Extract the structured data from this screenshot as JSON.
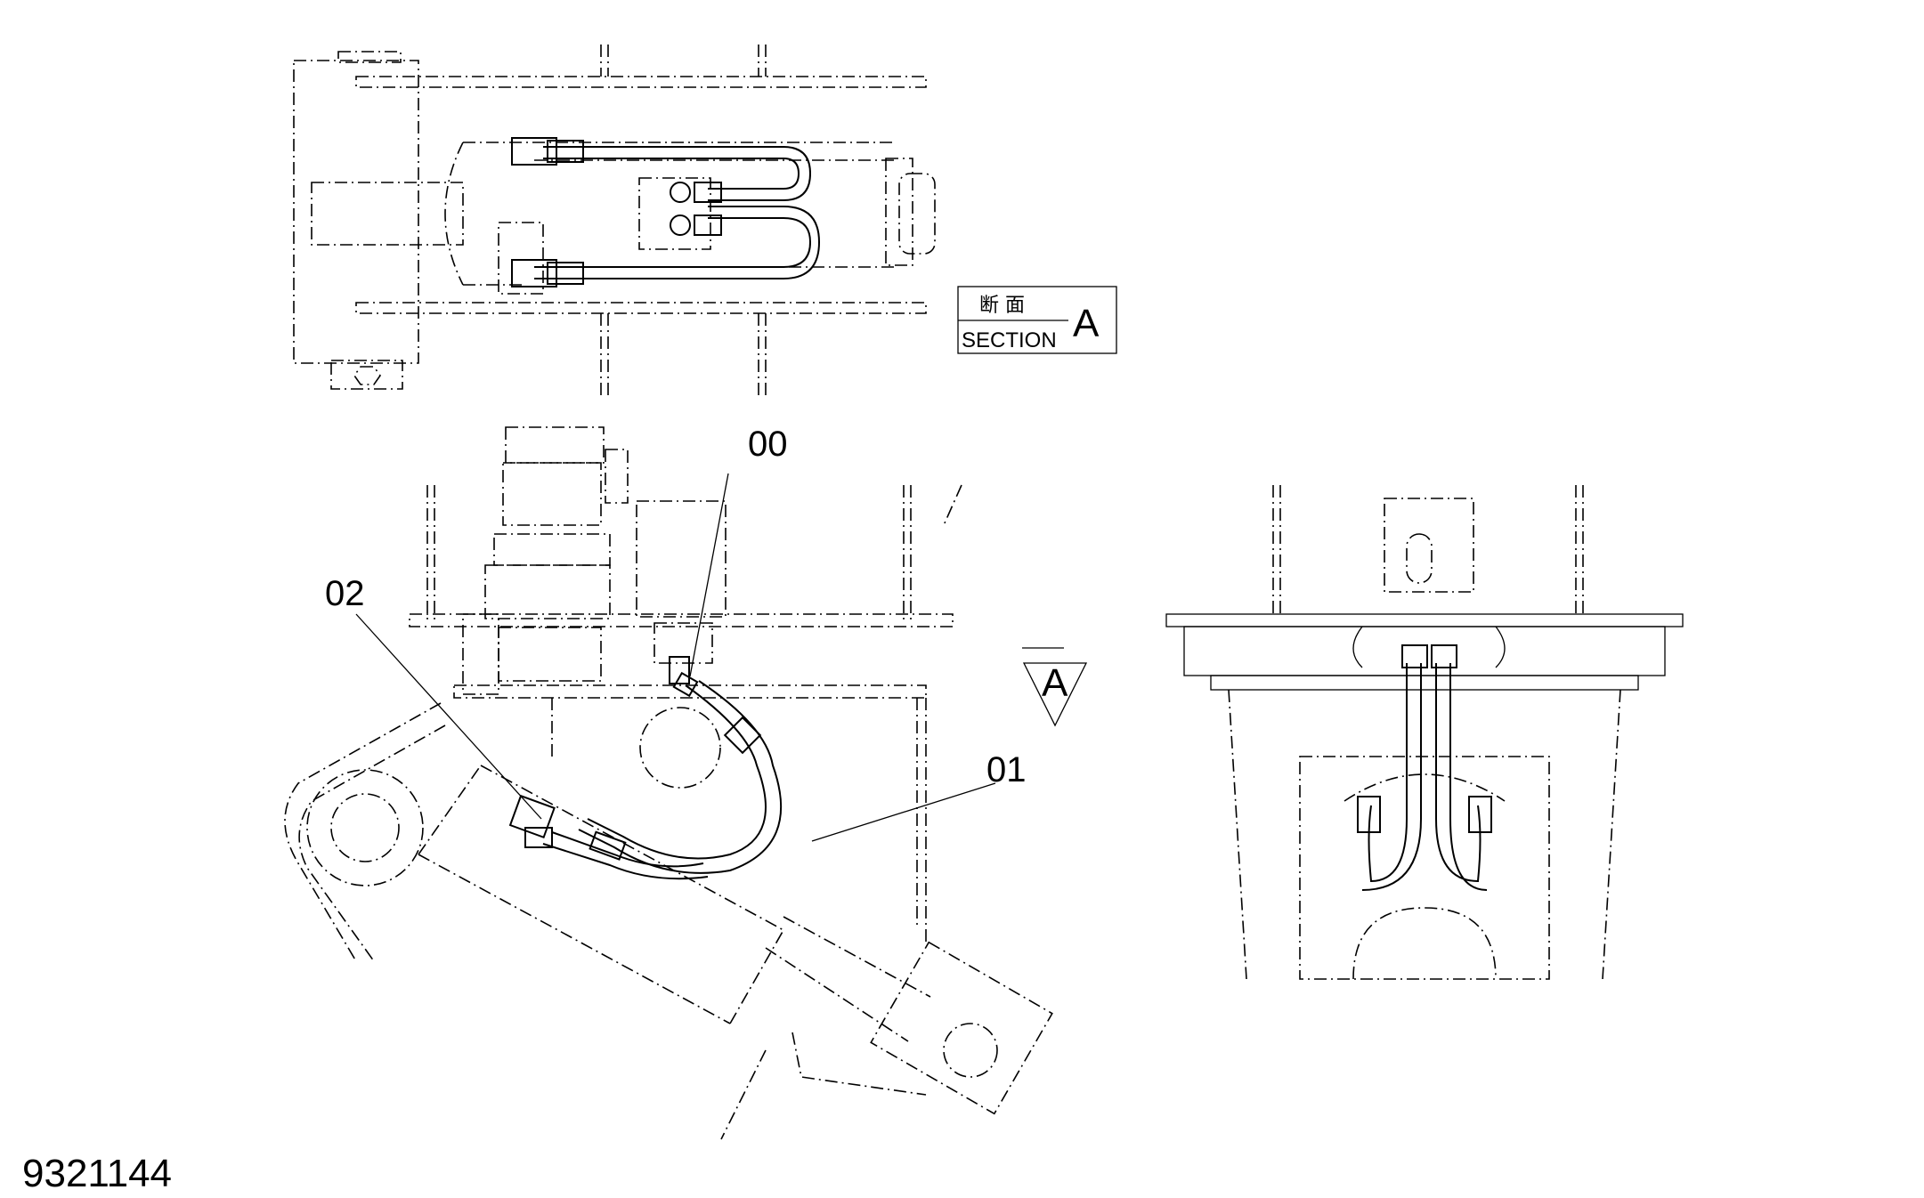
{
  "section_box": {
    "jp_label": "断 面",
    "en_label": "SECTION",
    "letter": "A"
  },
  "view_arrow": {
    "letter": "A"
  },
  "callouts": [
    {
      "id": "00",
      "text": "00"
    },
    {
      "id": "01",
      "text": "01"
    },
    {
      "id": "02",
      "text": "02"
    }
  ],
  "drawing_number": "9321144"
}
